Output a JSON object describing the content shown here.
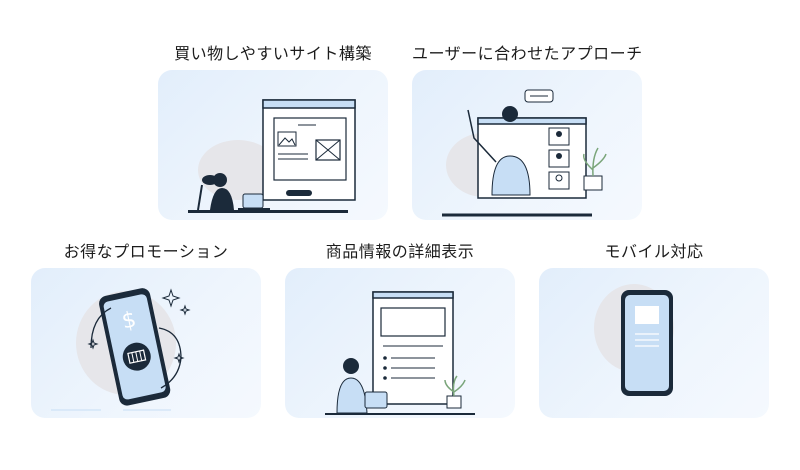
{
  "features": [
    {
      "title": "買い物しやすいサイト構築",
      "icon": "shopping-site-illustration-icon"
    },
    {
      "title": "ユーザーに合わせたアプローチ",
      "icon": "video-call-illustration-icon"
    },
    {
      "title": "お得なプロモーション",
      "icon": "phone-cart-promotion-icon"
    },
    {
      "title": "商品情報の詳細表示",
      "icon": "product-detail-illustration-icon"
    },
    {
      "title": "モバイル対応",
      "icon": "mobile-phone-icon"
    }
  ],
  "colors": {
    "card_bg": "#e8f1fc",
    "accent_blue": "#c7def5",
    "ink": "#1b2a3a",
    "blob": "#e7e7ea"
  }
}
